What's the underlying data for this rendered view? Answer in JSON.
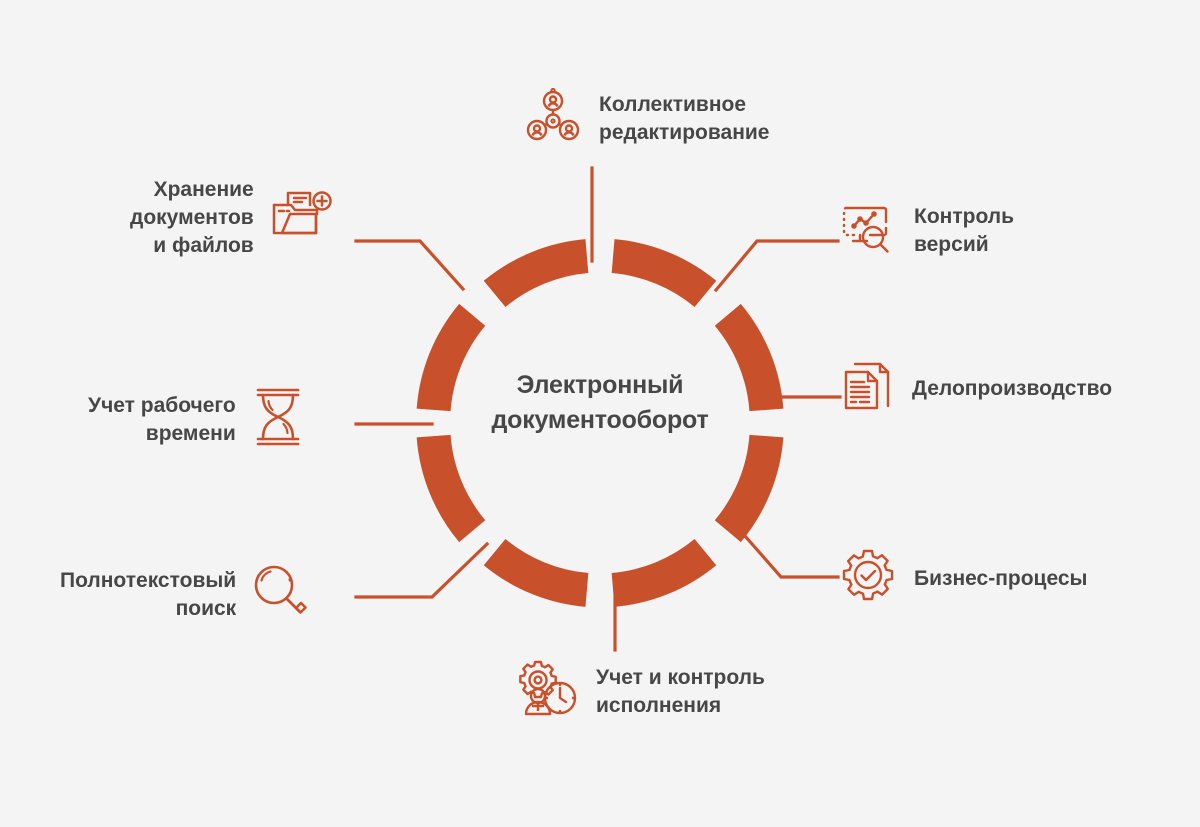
{
  "theme": {
    "background": "#f4f4f4",
    "accent": "#c9502a",
    "ring": "#c8502a",
    "text": "#474747"
  },
  "center": {
    "title": "Электронный\nдокументооборот",
    "line1": "Электронный",
    "line2": "документооборот"
  },
  "ring": {
    "segments": 8,
    "gap_positions_deg": [
      0,
      45,
      90,
      135,
      180,
      225,
      270,
      315
    ]
  },
  "nodes": [
    {
      "id": "collab",
      "label": "Коллективное\nредактирование",
      "icon": "collaboration-icon",
      "side": "right",
      "position": "top"
    },
    {
      "id": "versions",
      "label": "Контроль\nверсий",
      "icon": "version-control-icon",
      "side": "right",
      "position": "upper-right"
    },
    {
      "id": "office",
      "label": "Делопроизводство",
      "icon": "documents-icon",
      "side": "right",
      "position": "right"
    },
    {
      "id": "business",
      "label": "Бизнес-процесы",
      "icon": "gear-check-icon",
      "side": "right",
      "position": "lower-right"
    },
    {
      "id": "control",
      "label": "Учет и контроль\nисполнения",
      "icon": "task-control-icon",
      "side": "right",
      "position": "bottom"
    },
    {
      "id": "search",
      "label": "Полнотекстовый\nпоиск",
      "icon": "magnifier-icon",
      "side": "left",
      "position": "lower-left"
    },
    {
      "id": "time",
      "label": "Учет рабочего\nвремени",
      "icon": "hourglass-icon",
      "side": "left",
      "position": "left"
    },
    {
      "id": "storage",
      "label": "Хранение\nдокументов\nи файлов",
      "icon": "folder-add-icon",
      "side": "left",
      "position": "upper-left"
    }
  ]
}
